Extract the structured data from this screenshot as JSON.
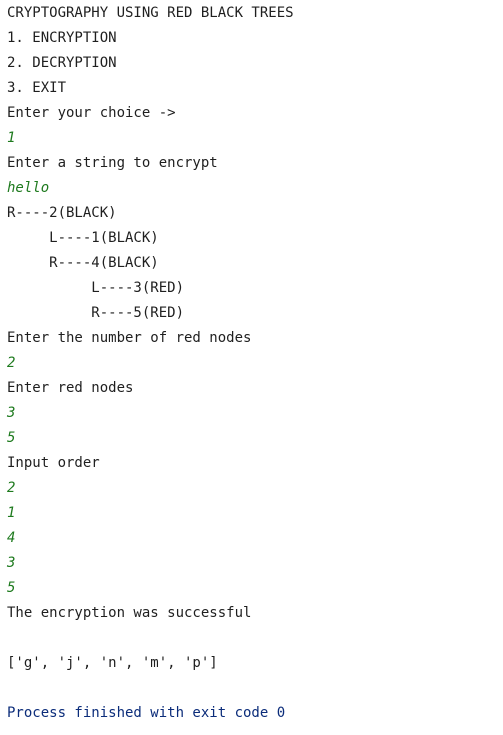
{
  "console": {
    "title": "CRYPTOGRAPHY USING RED BLACK TREES",
    "menu": {
      "item1": "1. ENCRYPTION",
      "item2": "2. DECRYPTION",
      "item3": "3. EXIT"
    },
    "prompt_choice": "Enter your choice ->",
    "input_choice": "1",
    "prompt_string": "Enter a string to encrypt",
    "input_string": "hello",
    "tree": [
      "R----2(BLACK)",
      "     L----1(BLACK)",
      "     R----4(BLACK)",
      "          L----3(RED)",
      "          R----5(RED)"
    ],
    "prompt_red_count": "Enter the number of red nodes",
    "input_red_count": "2",
    "prompt_red_nodes": "Enter red nodes",
    "input_red_nodes": [
      "3",
      "5"
    ],
    "input_order_label": "Input order",
    "input_order": [
      "2",
      "1",
      "4",
      "3",
      "5"
    ],
    "success_message": "The encryption was successful",
    "result": "['g', 'j', 'n', 'm', 'p']",
    "exit_message": "Process finished with exit code 0"
  },
  "colors": {
    "text": "#1f1f1f",
    "input": "#1e7a1e",
    "exit": "#0b2c7a",
    "background": "#ffffff"
  }
}
